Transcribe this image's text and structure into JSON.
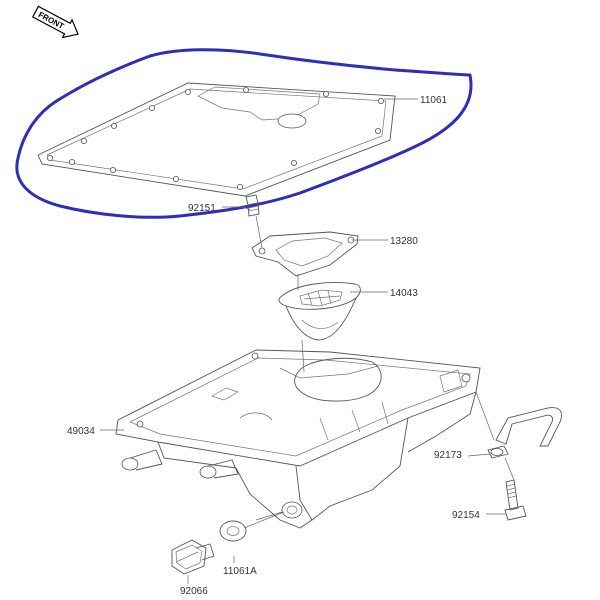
{
  "front_marker": {
    "text": "FRONT"
  },
  "parts": [
    {
      "id": "gasket",
      "number": "11061"
    },
    {
      "id": "bolt-top",
      "number": "92151"
    },
    {
      "id": "plate",
      "number": "13280"
    },
    {
      "id": "strainer",
      "number": "14043"
    },
    {
      "id": "oil-pan",
      "number": "49034"
    },
    {
      "id": "clamp",
      "number": "92173"
    },
    {
      "id": "bolt-side",
      "number": "92154"
    },
    {
      "id": "washer",
      "number": "11061A"
    },
    {
      "id": "drain-plug",
      "number": "92066"
    }
  ],
  "annotation": {
    "stroke_color": "#2e2eb8",
    "shape": "hand-drawn-loop",
    "target": "gasket"
  },
  "colors": {
    "line_art": "#555555",
    "label": "#333333",
    "background": "#ffffff"
  }
}
